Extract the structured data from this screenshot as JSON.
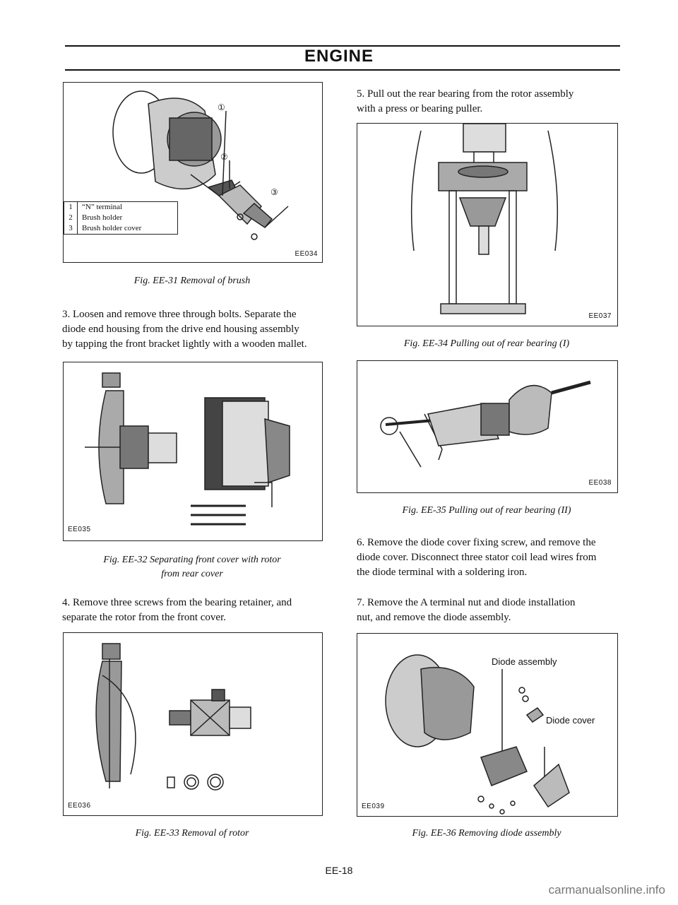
{
  "header": {
    "title": "ENGINE"
  },
  "fig31": {
    "code": "EE034",
    "caption": "Fig. EE-31 Removal of brush",
    "legend": [
      {
        "num": "1",
        "label": "“N” terminal"
      },
      {
        "num": "2",
        "label": "Brush holder"
      },
      {
        "num": "3",
        "label": "Brush holder cover"
      }
    ],
    "callouts": [
      "①",
      "②",
      "③"
    ]
  },
  "step3": {
    "lines": [
      "3. Loosen and remove three through bolts. Separate the",
      "diode end housing from the drive end housing assembly",
      "by tapping the front bracket lightly with a wooden mallet."
    ]
  },
  "fig32": {
    "code": "EE035",
    "caption_lines": [
      "Fig. EE-32 Separating front cover with rotor",
      "from rear cover"
    ]
  },
  "step4": {
    "lines": [
      "4. Remove three screws from the bearing retainer, and",
      "separate the rotor from the front cover."
    ]
  },
  "fig33": {
    "code": "EE036",
    "caption": "Fig. EE-33 Removal of rotor"
  },
  "step5": {
    "lines": [
      "5. Pull out the rear bearing from the rotor assembly",
      "with a press or bearing puller."
    ]
  },
  "fig34": {
    "code": "EE037",
    "caption": "Fig. EE-34 Pulling out of rear bearing (I)"
  },
  "fig35": {
    "code": "EE038",
    "caption": "Fig. EE-35 Pulling out of rear bearing (II)"
  },
  "step6": {
    "lines": [
      "6. Remove the diode cover fixing screw, and remove the",
      "diode cover. Disconnect three stator coil lead wires from",
      "the diode terminal with a soldering iron."
    ]
  },
  "step7": {
    "lines": [
      "7. Remove the A terminal nut and diode installation",
      "nut, and remove the diode assembly."
    ]
  },
  "fig36": {
    "code": "EE039",
    "caption": "Fig. EE-36 Removing diode assembly",
    "label_assembly": "Diode assembly",
    "label_cover": "Diode cover"
  },
  "footer": {
    "page": "EE-18",
    "watermark": "carmanualsonline.info"
  }
}
